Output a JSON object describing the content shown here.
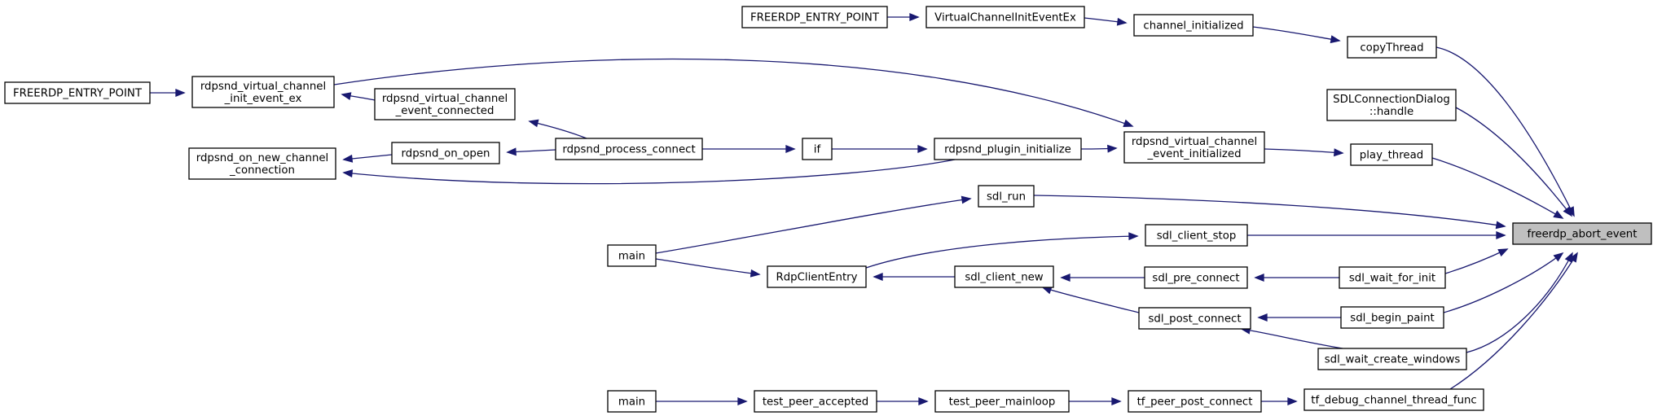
{
  "graph": {
    "nodes": [
      {
        "id": "n_target",
        "lines": [
          "freerdp_abort_event"
        ]
      },
      {
        "id": "n_copyThread",
        "lines": [
          "copyThread"
        ]
      },
      {
        "id": "n_sdlConnDialog",
        "lines": [
          "SDLConnectionDialog",
          "::handle"
        ]
      },
      {
        "id": "n_play_thread",
        "lines": [
          "play_thread"
        ]
      },
      {
        "id": "n_sdl_run",
        "lines": [
          "sdl_run"
        ]
      },
      {
        "id": "n_sdl_client_stop",
        "lines": [
          "sdl_client_stop"
        ]
      },
      {
        "id": "n_sdl_wait_for_init",
        "lines": [
          "sdl_wait_for_init"
        ]
      },
      {
        "id": "n_sdl_begin_paint",
        "lines": [
          "sdl_begin_paint"
        ]
      },
      {
        "id": "n_sdl_wait_create_windows",
        "lines": [
          "sdl_wait_create_windows"
        ]
      },
      {
        "id": "n_tf_debug",
        "lines": [
          "tf_debug_channel_thread_func"
        ]
      },
      {
        "id": "n_channel_initialized",
        "lines": [
          "channel_initialized"
        ]
      },
      {
        "id": "n_vcinit_ex",
        "lines": [
          "VirtualChannelInitEventEx"
        ]
      },
      {
        "id": "n_entry_top",
        "lines": [
          "FREERDP_ENTRY_POINT"
        ]
      },
      {
        "id": "n_rdpsnd_vc_init_ex",
        "lines": [
          "rdpsnd_virtual_channel",
          "_init_event_ex"
        ]
      },
      {
        "id": "n_entry_left",
        "lines": [
          "FREERDP_ENTRY_POINT"
        ]
      },
      {
        "id": "n_rdpsnd_vc_initialized",
        "lines": [
          "rdpsnd_virtual_channel",
          "_event_initialized"
        ]
      },
      {
        "id": "n_rdpsnd_plugin_init",
        "lines": [
          "rdpsnd_plugin_initialize"
        ]
      },
      {
        "id": "n_if",
        "lines": [
          "if"
        ]
      },
      {
        "id": "n_rdpsnd_process_connect",
        "lines": [
          "rdpsnd_process_connect"
        ]
      },
      {
        "id": "n_rdpsnd_vc_connected",
        "lines": [
          "rdpsnd_virtual_channel",
          "_event_connected"
        ]
      },
      {
        "id": "n_rdpsnd_on_open",
        "lines": [
          "rdpsnd_on_open"
        ]
      },
      {
        "id": "n_rdpsnd_on_new",
        "lines": [
          "rdpsnd_on_new_channel",
          "_connection"
        ]
      },
      {
        "id": "n_main1",
        "lines": [
          "main"
        ]
      },
      {
        "id": "n_rdpclient_entry",
        "lines": [
          "RdpClientEntry"
        ]
      },
      {
        "id": "n_sdl_client_new",
        "lines": [
          "sdl_client_new"
        ]
      },
      {
        "id": "n_sdl_pre_connect",
        "lines": [
          "sdl_pre_connect"
        ]
      },
      {
        "id": "n_sdl_post_connect",
        "lines": [
          "sdl_post_connect"
        ]
      },
      {
        "id": "n_main2",
        "lines": [
          "main"
        ]
      },
      {
        "id": "n_test_peer_accepted",
        "lines": [
          "test_peer_accepted"
        ]
      },
      {
        "id": "n_test_peer_mainloop",
        "lines": [
          "test_peer_mainloop"
        ]
      },
      {
        "id": "n_tf_peer_post_connect",
        "lines": [
          "tf_peer_post_connect"
        ]
      }
    ],
    "edges": [
      {
        "from": "n_copyThread",
        "to": "n_target"
      },
      {
        "from": "n_sdlConnDialog",
        "to": "n_target"
      },
      {
        "from": "n_play_thread",
        "to": "n_target"
      },
      {
        "from": "n_sdl_run",
        "to": "n_target"
      },
      {
        "from": "n_sdl_client_stop",
        "to": "n_target"
      },
      {
        "from": "n_sdl_wait_for_init",
        "to": "n_target"
      },
      {
        "from": "n_sdl_begin_paint",
        "to": "n_target"
      },
      {
        "from": "n_sdl_wait_create_windows",
        "to": "n_target"
      },
      {
        "from": "n_tf_debug",
        "to": "n_target"
      },
      {
        "from": "n_channel_initialized",
        "to": "n_copyThread"
      },
      {
        "from": "n_vcinit_ex",
        "to": "n_channel_initialized"
      },
      {
        "from": "n_entry_top",
        "to": "n_vcinit_ex"
      },
      {
        "from": "n_rdpsnd_vc_init_ex",
        "to": "n_rdpsnd_vc_initialized"
      },
      {
        "from": "n_entry_left",
        "to": "n_rdpsnd_vc_init_ex"
      },
      {
        "from": "n_rdpsnd_vc_initialized",
        "to": "n_play_thread"
      },
      {
        "from": "n_rdpsnd_plugin_init",
        "to": "n_rdpsnd_vc_initialized"
      },
      {
        "from": "n_if",
        "to": "n_rdpsnd_plugin_init"
      },
      {
        "from": "n_rdpsnd_process_connect",
        "to": "n_if"
      },
      {
        "from": "n_rdpsnd_vc_connected",
        "to": "n_rdpsnd_vc_init_ex"
      },
      {
        "from": "n_rdpsnd_process_connect",
        "to": "n_rdpsnd_vc_connected"
      },
      {
        "from": "n_rdpsnd_process_connect",
        "to": "n_rdpsnd_on_open"
      },
      {
        "from": "n_rdpsnd_on_open",
        "to": "n_rdpsnd_on_new"
      },
      {
        "from": "n_rdpsnd_plugin_init",
        "to": "n_rdpsnd_on_new"
      },
      {
        "from": "n_main1",
        "to": "n_sdl_run"
      },
      {
        "from": "n_rdpclient_entry",
        "to": "n_sdl_client_stop"
      },
      {
        "from": "n_main1",
        "to": "n_rdpclient_entry"
      },
      {
        "from": "n_sdl_client_new",
        "to": "n_rdpclient_entry"
      },
      {
        "from": "n_sdl_pre_connect",
        "to": "n_sdl_client_new"
      },
      {
        "from": "n_sdl_post_connect",
        "to": "n_sdl_client_new"
      },
      {
        "from": "n_sdl_wait_for_init",
        "to": "n_sdl_pre_connect"
      },
      {
        "from": "n_sdl_begin_paint",
        "to": "n_sdl_post_connect"
      },
      {
        "from": "n_sdl_wait_create_windows",
        "to": "n_sdl_post_connect"
      },
      {
        "from": "n_main2",
        "to": "n_test_peer_accepted"
      },
      {
        "from": "n_test_peer_accepted",
        "to": "n_test_peer_mainloop"
      },
      {
        "from": "n_test_peer_mainloop",
        "to": "n_tf_peer_post_connect"
      },
      {
        "from": "n_tf_peer_post_connect",
        "to": "n_tf_debug"
      }
    ]
  },
  "colors": {
    "edge": "#191970",
    "node_fill": "#ffffff",
    "target_fill": "#bfbfbf",
    "node_stroke": "#000000"
  }
}
